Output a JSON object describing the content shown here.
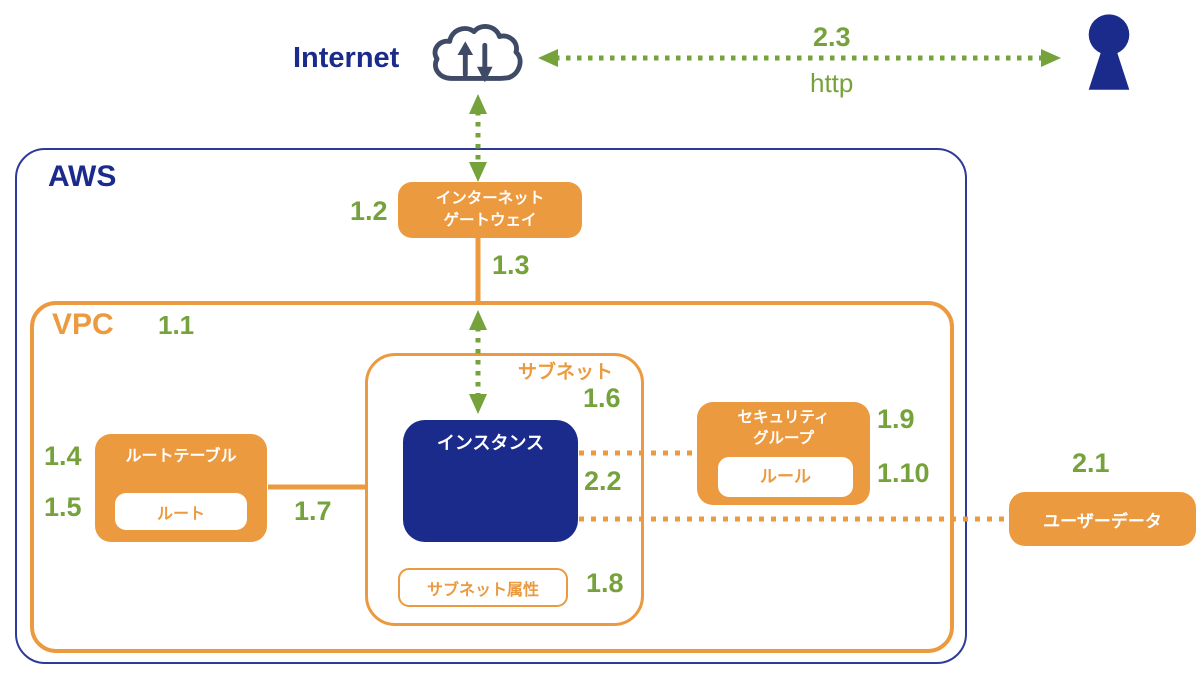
{
  "diagram": {
    "titles": {
      "internet": "Internet",
      "aws": "AWS",
      "vpc": "VPC",
      "subnet": "サブネット"
    },
    "nodes": {
      "internet_gateway": {
        "line1": "インターネット",
        "line2": "ゲートウェイ"
      },
      "instance": {
        "label": "インスタンス"
      },
      "route_table": {
        "label": "ルートテーブル",
        "inner": "ルート"
      },
      "security_group": {
        "line1": "セキュリティ",
        "line2": "グループ",
        "inner": "ルール"
      },
      "user_data": {
        "label": "ユーザーデータ"
      },
      "subnet_attribute": {
        "label": "サブネット属性"
      }
    },
    "steps": {
      "n1_1": "1.1",
      "n1_2": "1.2",
      "n1_3": "1.3",
      "n1_4": "1.4",
      "n1_5": "1.5",
      "n1_6": "1.6",
      "n1_7": "1.7",
      "n1_8": "1.8",
      "n1_9": "1.9",
      "n1_10": "1.10",
      "n2_1": "2.1",
      "n2_2": "2.2",
      "n2_3": "2.3"
    },
    "edge_labels": {
      "http": "http"
    },
    "icons": {
      "cloud": "cloud-icon",
      "person": "person-icon"
    },
    "colors": {
      "orange": "#EC9A3F",
      "navy": "#1B2B8C",
      "green": "#76A23C",
      "aws_border": "#2e3a99"
    }
  }
}
